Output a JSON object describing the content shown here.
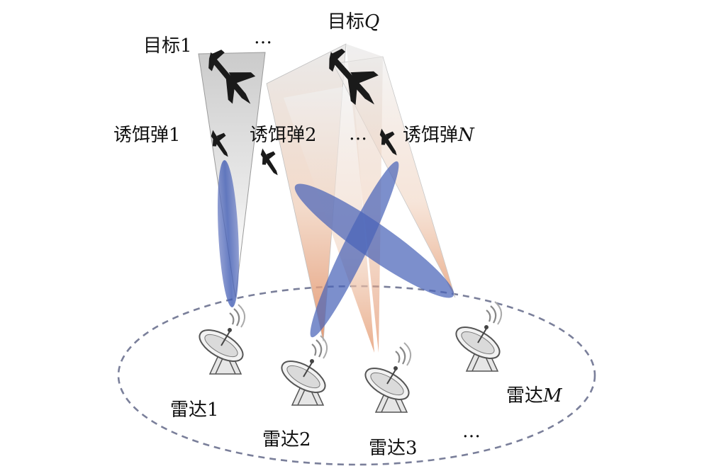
{
  "colors": {
    "beam_top": "#dcdcdc",
    "beam_warm": "#e89a6e",
    "lobe": "#4a64b8",
    "ring": "#7a7f9a",
    "ink": "#111111"
  },
  "labels": {
    "target_1": "目标1",
    "target_dots": "…",
    "target_q_prefix": "目标",
    "target_q_var": "Q",
    "decoy_1": "诱饵弹1",
    "decoy_2": "诱饵弹2",
    "decoy_dots": "…",
    "decoy_n_prefix": "诱饵弹",
    "decoy_n_var": "N",
    "radar_1": "雷达1",
    "radar_2": "雷达2",
    "radar_3": "雷达3",
    "radar_dots": "…",
    "radar_m_prefix": "雷达",
    "radar_m_var": "M"
  },
  "icons": {
    "aircraft": "jet-aircraft-icon",
    "decoy": "decoy-missile-icon",
    "radar": "radar-dish-icon"
  }
}
